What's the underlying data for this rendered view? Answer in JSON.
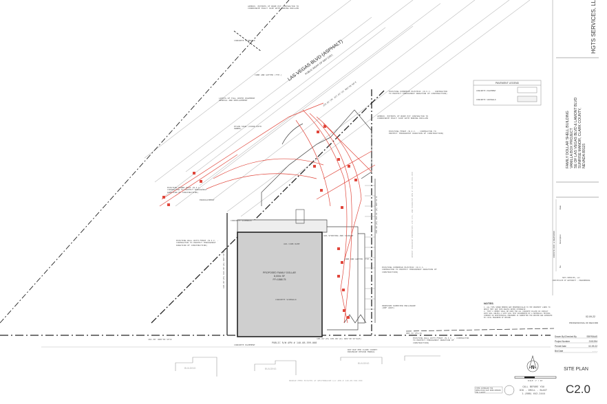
{
  "title_block": {
    "company": "HGTS SERVICES, LLC.",
    "project_lines": [
      "FAMILY DOLLAR SHELL BUILDING",
      "VANILLA BOX PROJECT",
      "SE OF LAS VEGAS BLVD & LAMONT BLVD",
      "SUNRISE MANOR, CLARK COUNTY,",
      "NEVADA 89115"
    ],
    "revisions_header": "CONSTR. DOC. & REVISIONS",
    "rev_cols": [
      "No.",
      "Description",
      "Date"
    ],
    "certificate": [
      "HGTS SERVICES, LLC",
      "CERTIFICATE OF AUTHORITY - ENGINEERING"
    ],
    "date": "02-09-22",
    "professional": "PROFESSIONAL OF RECORD",
    "info": [
      {
        "label": "Drawn By/Checked By",
        "value": "SBF/BAAS"
      },
      {
        "label": "Project Number",
        "value": "2101394"
      },
      {
        "label": "Permit Date",
        "value": "02-09-22"
      },
      {
        "label": "Bid Date",
        "value": "- - - -"
      }
    ],
    "sheet_title": "SITE PLAN",
    "sheet_number": "C2.0"
  },
  "legend": {
    "title": "PAVEMENT LEGEND",
    "items": [
      "CONCRETE PAVEMENT",
      "CONCRETE SIDEWALK"
    ]
  },
  "notes": {
    "title": "NOTES",
    "items": [
      "1. ALL TIES SHOWN HEREON ARE PERPENDICULAR TO THE PROPERTY LINES TO WHICH THEY ARE TIED UNLESS NOTED OTHERWISE.",
      "2. TYPE V CEMENT SHALL BE USED FOR ALL CONCRETE PLACED IN CONTACT WITH SOIL UNLESS A SITE SOIL TEST DOCUMENTED BY A MATERIALS TESTING COMPANY OR GEOTECHNICAL ENGINEER IS SUBMITTED FOR REVIEW AND APPROVED BY CIVIL ENGINEER OF RECORD."
    ]
  },
  "dig_notice": [
    "CALL BEFORE YOU",
    "DIG - DRILL - BLAST",
    "1-(800) 642-2444"
  ],
  "scale": "SCALE: 1\" = 20'",
  "north": "N",
  "plan": {
    "street": "LAS VEGAS BLVD (ASPHALT)",
    "row": "PUBLIC RIGHT OF WAY (150')",
    "building": [
      "PROPOSED FAMILY DOLLAR",
      "8,000± SF",
      "FF=1868.75"
    ],
    "labels": {
      "concrete_sidewalk": "CONCRETE SIDEWALK",
      "curb_gutter": "CURB AND GUTTER (TYP.)",
      "bore_pit": "APPROX. EXTENTS OF BORE PIT CONTRACTOR TO COORDINATE EXACT SIZE WITH BORING DRILLER",
      "limits": "LIMITS OF FULL DEPTH PAVEMENT REMOVAL AND REPLACEMENT",
      "pylon": "PYLON SIGN (COORD WITH OWNER)",
      "power_pole": "EXISTING POWER POLE (N.I.C. - CONTRACTOR TO PROTECT THROUGHOUT DURATION OF CONSTRUCTION)",
      "encroachment": "ENCROACHMENT",
      "wall_fence": "EXISTING WALL WITH FENCE (N.I.C. - CONTRACTOR TO PROTECT THROUGHOUT DURATION OF CONSTRUCTION)",
      "overhead_electric": "EXISTING OVERHEAD ELECTRIC (N.I.C. - CONTRACTOR TO PROTECT THROUGHOUT DURATION OF CONSTRUCTION)",
      "fence": "EXISTING FENCE (N.I.C. - CONTRACTOR TO PROTECT THROUGHOUT DURATION OF CONSTRUCTION)",
      "ada_ramp": "ADA CURB RAMP",
      "ada_striping": "ADA STRIPING AND SIGNAGE",
      "dumpster": "PROPOSED DUMPSTER ENCLOSURE (REF ARCH)",
      "concrete_pavement": "CONCRETE PAVEMENT",
      "rip_rap": "RIP RAP PER CLARK COUNTY DRAINAGE DESIGN MANUAL",
      "public_row": "PUBLIC R/W APN # 140-08-599-008",
      "bearing_south": "185.02'(M) 185.00'(D) S89°30'15\"W(M)",
      "bearing_east": "294.40'(M) 294.41'(D) S00°31'W",
      "bearing_west": "194.40'(M) 194.39'(D) S00°29'W",
      "bearing_north": "229.83'(M) 227.83'(D) N43°48'00\"E",
      "dist_sw": "181.30' N89°30'15\"W",
      "dist_se": "885.31'(M)(D)",
      "adjacent_east": "DESERT PARADISE PROPERTIES LTD LTA, AND PARADISE APN # 140-08-601-008",
      "adjacent_south": "BRIDGE MFMV ESTATES AT WESTERNAIRE LLC APN # 140-08-504-004",
      "building_ext": "BUILDING",
      "remove_note": "ITEMS SCHEDULED FOR DEMOLITION HAVE BEEN REMOVED FOR CLARITY"
    }
  },
  "colors": {
    "demo_red": "#e0453a",
    "building_fill": "#cfcfcf",
    "line": "#222222"
  }
}
